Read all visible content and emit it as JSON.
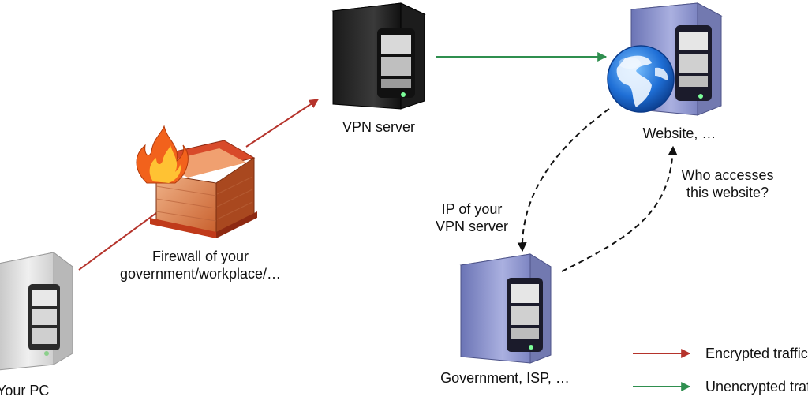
{
  "diagram": {
    "nodes": {
      "pc": {
        "label": "Your PC",
        "icon": "server-tower-icon"
      },
      "firewall": {
        "label_line1": "Firewall of your",
        "label_line2": "government/workplace/…",
        "icon": "firewall-icon"
      },
      "vpn": {
        "label": "VPN server",
        "icon": "server-tower-icon"
      },
      "website": {
        "label": "Website, …",
        "icon": "globe-server-icon"
      },
      "government": {
        "label": "Government, ISP, …",
        "icon": "server-tower-icon"
      }
    },
    "annotations": {
      "ip_line1": "IP of your",
      "ip_line2": "VPN server",
      "who_line1": "Who accesses",
      "who_line2": "this website?"
    },
    "legend": {
      "encrypted": "Encrypted traffic",
      "unencrypted": "Unencrypted traffic"
    },
    "colors": {
      "encrypted": "#b5332b",
      "unencrypted": "#2f8f4f",
      "query": "#111111",
      "vpn_server": "#2b2b2b",
      "website_server": "#8b93c8",
      "government_server": "#8b93c8",
      "pc_server": "#d9d9d9",
      "firewall_brick": "#c85f2c"
    }
  }
}
